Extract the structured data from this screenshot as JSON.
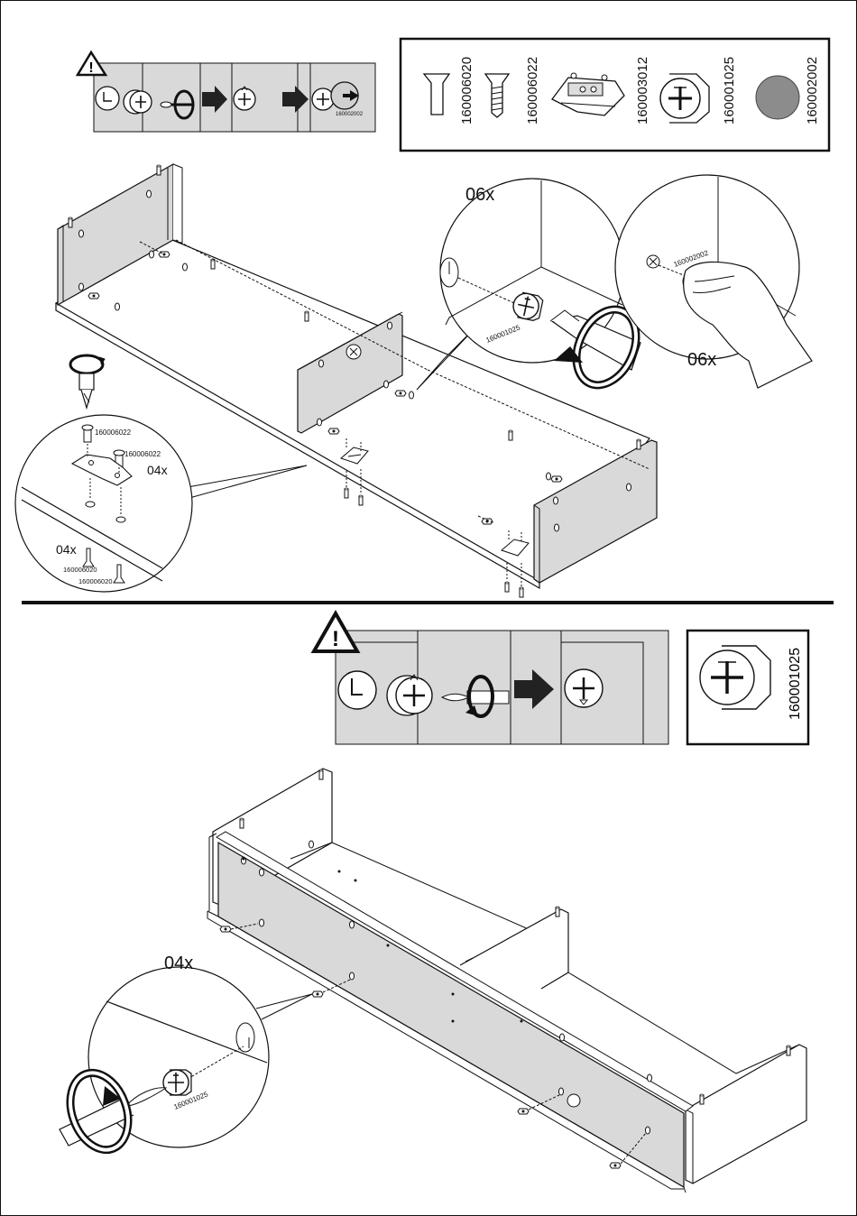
{
  "step1": {
    "warning": {
      "symbol": "!",
      "part_code": "160002002"
    },
    "parts_box": {
      "parts": [
        {
          "code": "160006020",
          "icon": "countersunk-pin-icon"
        },
        {
          "code": "160006022",
          "icon": "screw-icon"
        },
        {
          "code": "160003012",
          "icon": "hinge-plate-icon"
        },
        {
          "code": "160001025",
          "icon": "cam-lock-icon"
        },
        {
          "code": "160002002",
          "icon": "cover-cap-icon"
        }
      ]
    },
    "callout_cam": {
      "qty": "06x",
      "part_code": "160001025"
    },
    "callout_cap": {
      "qty": "06x",
      "part_code": "160002002"
    },
    "callout_hardware": {
      "qty_top": "04x",
      "qty_bottom": "04x",
      "screw_code_1": "160006022",
      "screw_code_2": "160006022",
      "pin_code_1": "160006020",
      "pin_code_2": "160006020"
    }
  },
  "step2": {
    "warning": {
      "symbol": "!"
    },
    "part_box": {
      "code": "160001025",
      "icon": "cam-lock-icon"
    },
    "callout": {
      "qty": "04x",
      "part_code": "160001025"
    }
  },
  "colors": {
    "panel_fill": "#d9d9d9",
    "cap_fill": "#8c8c8c",
    "line": "#111111"
  }
}
